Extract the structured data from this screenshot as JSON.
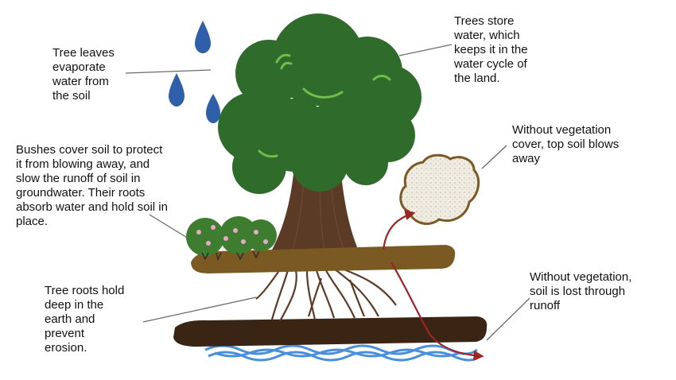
{
  "labels": {
    "leaves": "Tree leaves\nevaporate\nwater from\nthe soil",
    "store": "Trees store\nwater, which\nkeeps it in the\nwater cycle of\nthe land.",
    "bushes": "Bushes cover soil to protect\nit from blowing away, and\nslow the runoff of soil in\ngroundwater. Their roots\nabsorb water and hold soil in\nplace.",
    "blows": "Without vegetation\ncover, top soil blows\naway",
    "roots": "Tree roots hold\ndeep in the\nearth and\nprevent\nerosion.",
    "runoff": "Without vegetation,\nsoil is lost through\nrunoff"
  },
  "colors": {
    "canopy": "#2f6b2a",
    "canopy_dark": "#244f21",
    "trunk": "#5b3a26",
    "topsoil": "#7a5a22",
    "bedrock": "#3a2414",
    "water_drop": "#2f5fa8",
    "groundwater": "#4a8fd9",
    "bush": "#3e7d2f",
    "blossom": "#e7a9c8",
    "soil_clump": "#f1ece2",
    "arrow": "#9b2424",
    "leader_line": "#6a6a6a"
  }
}
